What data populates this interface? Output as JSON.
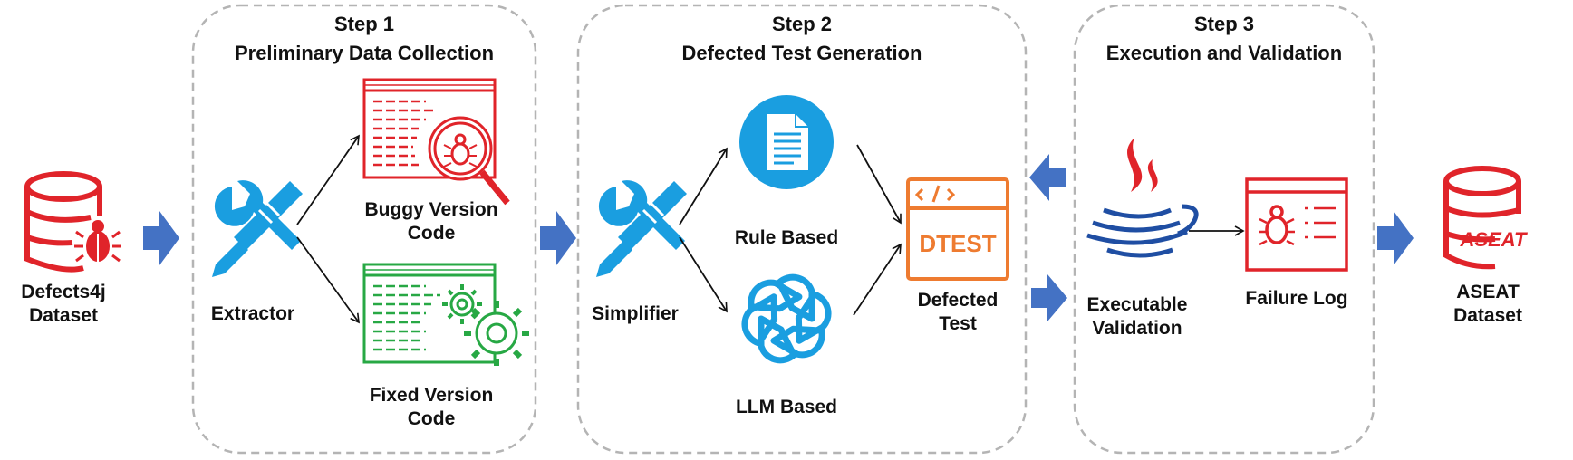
{
  "steps": [
    {
      "number": "Step 1",
      "title": "Preliminary Data Collection"
    },
    {
      "number": "Step 2",
      "title": "Defected Test Generation"
    },
    {
      "number": "Step 3",
      "title": "Execution and Validation"
    }
  ],
  "nodes": {
    "defects4j": {
      "line1": "Defects4j",
      "line2": "Dataset",
      "icon": "database-bug-icon"
    },
    "extractor": {
      "label": "Extractor",
      "icon": "tools-icon"
    },
    "buggy": {
      "line1": "Buggy Version",
      "line2": "Code",
      "icon": "buggy-code-window-icon"
    },
    "fixed": {
      "line1": "Fixed Version",
      "line2": "Code",
      "icon": "fixed-code-window-icon"
    },
    "simplifier": {
      "label": "Simplifier",
      "icon": "tools-icon"
    },
    "rule": {
      "label": "Rule Based",
      "icon": "document-icon"
    },
    "llm": {
      "label": "LLM Based",
      "icon": "openai-logo-icon"
    },
    "defected_test": {
      "line1": "Defected",
      "line2": "Test",
      "badge": "DTEST",
      "icon": "code-window-icon"
    },
    "executable": {
      "line1": "Executable",
      "line2": "Validation",
      "icon": "java-logo-icon"
    },
    "failure_log": {
      "label": "Failure Log",
      "icon": "bug-log-icon"
    },
    "aseat": {
      "line1": "ASEAT",
      "line2": "Dataset",
      "badge": "ASEAT",
      "icon": "database-icon"
    }
  },
  "colors": {
    "red": "#e0242a",
    "green": "#27a844",
    "blue": "#1a9ee0",
    "orange": "#ee7b30",
    "arrow_blue": "#4472c4",
    "dash": "#b4b4b4"
  }
}
